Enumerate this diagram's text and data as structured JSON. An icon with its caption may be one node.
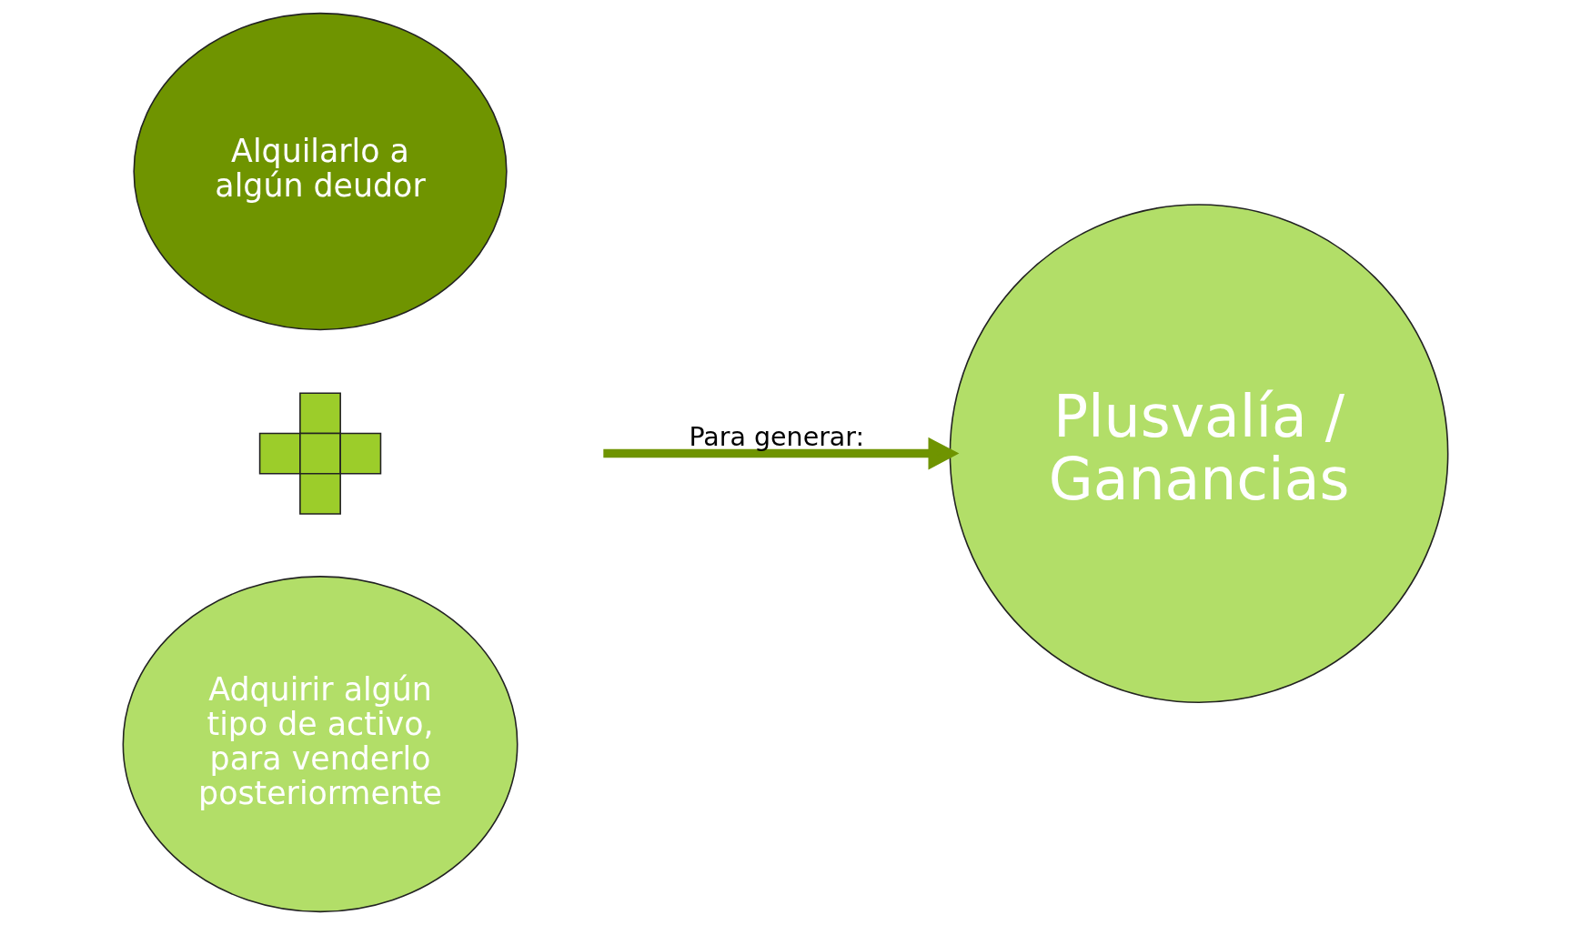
{
  "diagram": {
    "nodes": [
      {
        "text": [
          "Alquilarlo a algún deudor"
        ]
      },
      {
        "text": [],
        "shape": "plus"
      },
      {
        "text": [
          "Adquirir algún tipo de activo, para venderlo posteriormente"
        ]
      },
      {
        "text": [
          "Plusvalía / Ganancias"
        ]
      }
    ],
    "edges": [
      {
        "from": null,
        "to": 3,
        "arrow": "to",
        "label": "Para generar:"
      }
    ]
  }
}
